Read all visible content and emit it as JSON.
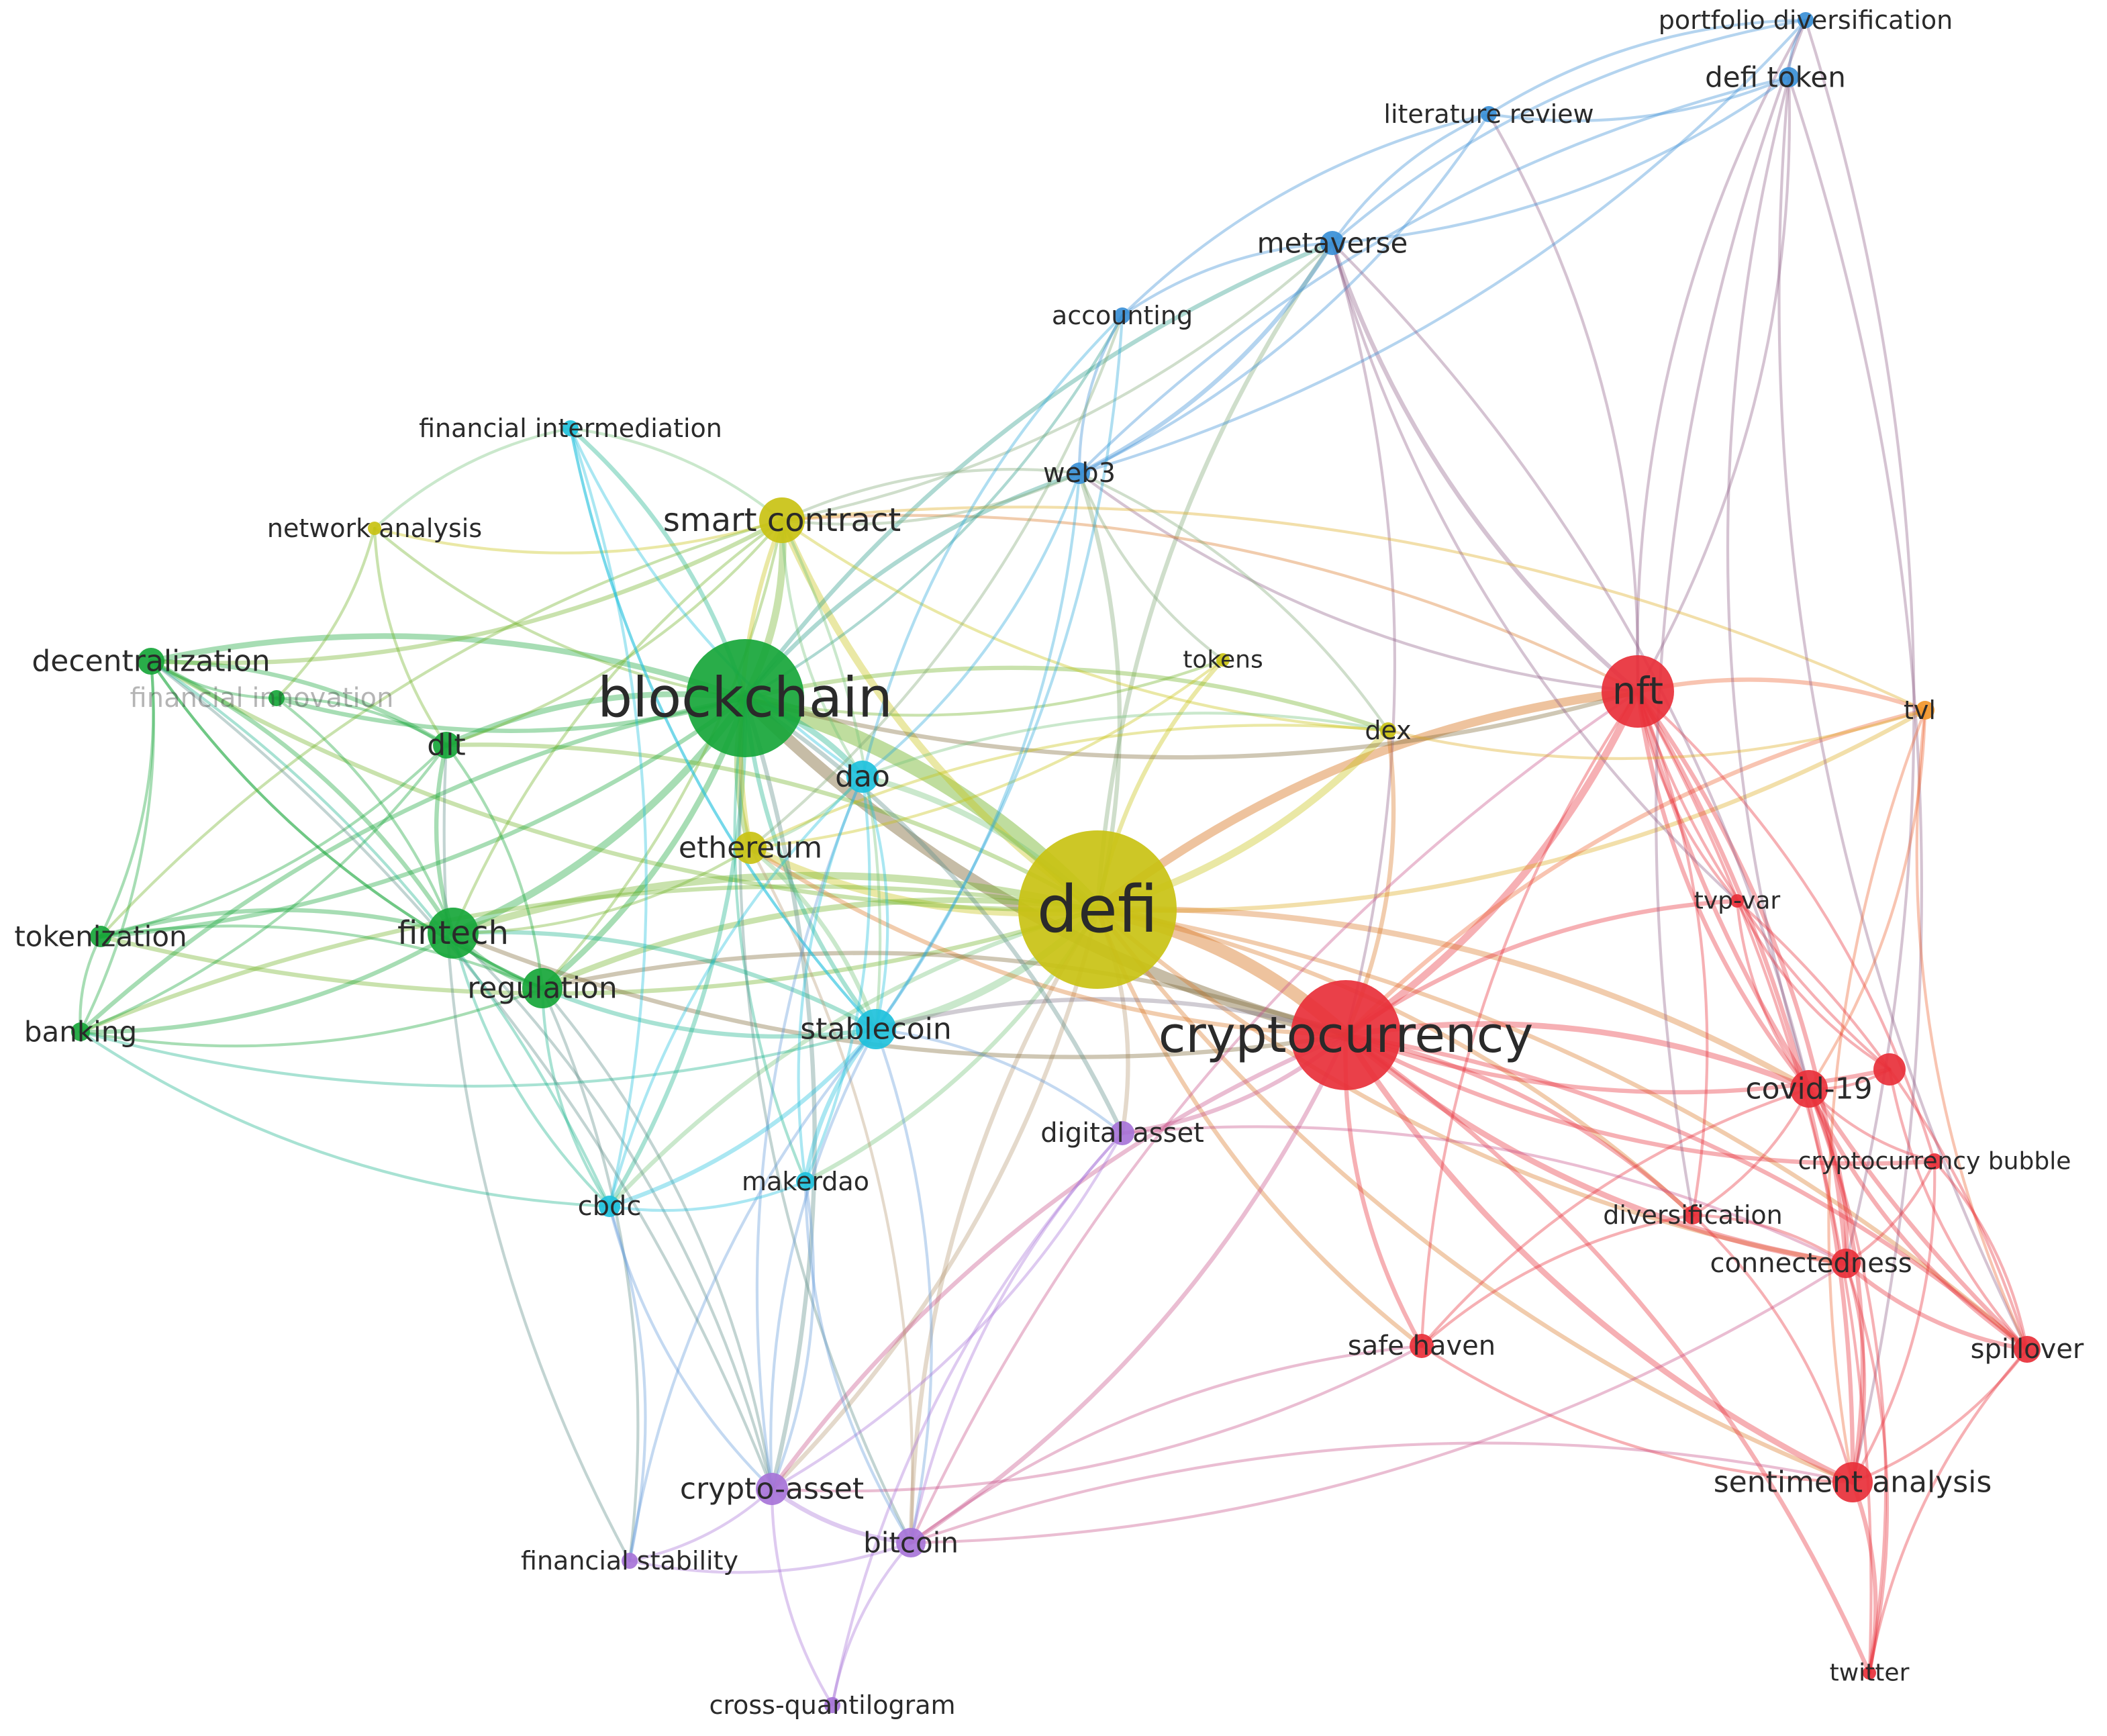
{
  "clusters": {
    "red": "#e8303a",
    "green": "#17a63a",
    "yellow": "#c9c213",
    "blue": "#3a8fd6",
    "cyan": "#1fc1dc",
    "purple": "#a774d8",
    "orange": "#f2962a"
  },
  "nodes": [
    {
      "id": "blockchain",
      "label": "blockchain",
      "cluster": "green",
      "weight": 10
    },
    {
      "id": "defi",
      "label": "defi",
      "cluster": "yellow",
      "weight": 14
    },
    {
      "id": "cryptocurrency",
      "label": "cryptocurrency",
      "cluster": "red",
      "weight": 9
    },
    {
      "id": "nft",
      "label": "nft",
      "cluster": "red",
      "weight": 5
    },
    {
      "id": "smart_contract",
      "label": "smart contract",
      "cluster": "yellow",
      "weight": 3
    },
    {
      "id": "fintech",
      "label": "fintech",
      "cluster": "green",
      "weight": 3
    },
    {
      "id": "regulation",
      "label": "regulation",
      "cluster": "green",
      "weight": 2.5
    },
    {
      "id": "stablecoin",
      "label": "stablecoin",
      "cluster": "cyan",
      "weight": 2.5
    },
    {
      "id": "ethereum",
      "label": "ethereum",
      "cluster": "yellow",
      "weight": 2
    },
    {
      "id": "dao",
      "label": "dao",
      "cluster": "cyan",
      "weight": 2
    },
    {
      "id": "dlt",
      "label": "dlt",
      "cluster": "green",
      "weight": 1.8
    },
    {
      "id": "decentralization",
      "label": "decentralization",
      "cluster": "green",
      "weight": 1.8
    },
    {
      "id": "tokenization",
      "label": "tokenization",
      "cluster": "green",
      "weight": 1.5
    },
    {
      "id": "banking",
      "label": "banking",
      "cluster": "green",
      "weight": 1.3
    },
    {
      "id": "financial_innovation",
      "label": "financial innovation",
      "cluster": "green",
      "weight": 1.2
    },
    {
      "id": "network_analysis",
      "label": "network analysis",
      "cluster": "yellow",
      "weight": 1
    },
    {
      "id": "financial_intermediation",
      "label": "financial intermediation",
      "cluster": "cyan",
      "weight": 1.2
    },
    {
      "id": "web3",
      "label": "web3",
      "cluster": "blue",
      "weight": 1.6
    },
    {
      "id": "accounting",
      "label": "accounting",
      "cluster": "blue",
      "weight": 1.2
    },
    {
      "id": "metaverse",
      "label": "metaverse",
      "cluster": "blue",
      "weight": 1.8
    },
    {
      "id": "literature_review",
      "label": "literature review",
      "cluster": "blue",
      "weight": 1.2
    },
    {
      "id": "defi_token",
      "label": "defi token",
      "cluster": "blue",
      "weight": 1.4
    },
    {
      "id": "portfolio_diversification",
      "label": "portfolio diversification",
      "cluster": "blue",
      "weight": 1.2
    },
    {
      "id": "tokens",
      "label": "tokens",
      "cluster": "yellow",
      "weight": 1
    },
    {
      "id": "dex",
      "label": "dex",
      "cluster": "yellow",
      "weight": 1.2
    },
    {
      "id": "tvl",
      "label": "tvl",
      "cluster": "orange",
      "weight": 1.3
    },
    {
      "id": "tvp_var",
      "label": "tvp-var",
      "cluster": "red",
      "weight": 1
    },
    {
      "id": "covid_19",
      "label": "covid-19",
      "cluster": "red",
      "weight": 2.2
    },
    {
      "id": "cryptocurrency_bubble",
      "label": "cryptocurrency bubble",
      "cluster": "red",
      "weight": 1.2
    },
    {
      "id": "diversification",
      "label": "diversification",
      "cluster": "red",
      "weight": 1.4
    },
    {
      "id": "connectedness",
      "label": "connectedness",
      "cluster": "red",
      "weight": 1.8
    },
    {
      "id": "spillover",
      "label": "spillover",
      "cluster": "red",
      "weight": 1.8
    },
    {
      "id": "safe_haven",
      "label": "safe haven",
      "cluster": "red",
      "weight": 1.6
    },
    {
      "id": "sentiment_analysis",
      "label": "sentiment analysis",
      "cluster": "red",
      "weight": 2.2
    },
    {
      "id": "twitter",
      "label": "twitter",
      "cluster": "red",
      "weight": 1
    },
    {
      "id": "digital_asset",
      "label": "digital asset",
      "cluster": "purple",
      "weight": 1.6
    },
    {
      "id": "makerdao",
      "label": "makerdao",
      "cluster": "cyan",
      "weight": 1.3
    },
    {
      "id": "cbdc",
      "label": "cbdc",
      "cluster": "cyan",
      "weight": 1.4
    },
    {
      "id": "crypto_asset",
      "label": "crypto-asset",
      "cluster": "purple",
      "weight": 2
    },
    {
      "id": "bitcoin",
      "label": "bitcoin",
      "cluster": "purple",
      "weight": 1.8
    },
    {
      "id": "financial_stability",
      "label": "financial stability",
      "cluster": "purple",
      "weight": 1.1
    },
    {
      "id": "cross_quantilogram",
      "label": "cross-quantilogram",
      "cluster": "purple",
      "weight": 1.1
    },
    {
      "id": "unlabeled_red",
      "label": "",
      "cluster": "red",
      "weight": 1.8
    }
  ],
  "edges": [
    [
      "defi",
      "blockchain",
      10
    ],
    [
      "defi",
      "cryptocurrency",
      8
    ],
    [
      "blockchain",
      "cryptocurrency",
      7
    ],
    [
      "defi",
      "nft",
      5
    ],
    [
      "cryptocurrency",
      "nft",
      4
    ],
    [
      "defi",
      "smart_contract",
      4
    ],
    [
      "blockchain",
      "smart_contract",
      4
    ],
    [
      "defi",
      "ethereum",
      4
    ],
    [
      "blockchain",
      "ethereum",
      3
    ],
    [
      "defi",
      "stablecoin",
      4
    ],
    [
      "defi",
      "dex",
      4
    ],
    [
      "defi",
      "tokens",
      2
    ],
    [
      "defi",
      "dao",
      3
    ],
    [
      "blockchain",
      "dao",
      3
    ],
    [
      "defi",
      "fintech",
      4
    ],
    [
      "blockchain",
      "fintech",
      4
    ],
    [
      "defi",
      "regulation",
      3
    ],
    [
      "blockchain",
      "regulation",
      3
    ],
    [
      "fintech",
      "regulation",
      3
    ],
    [
      "defi",
      "digital_asset",
      2
    ],
    [
      "defi",
      "web3",
      2
    ],
    [
      "defi",
      "metaverse",
      2
    ],
    [
      "defi",
      "tvl",
      2
    ],
    [
      "defi",
      "crypto_asset",
      2
    ],
    [
      "defi",
      "bitcoin",
      2
    ],
    [
      "defi",
      "makerdao",
      2
    ],
    [
      "defi",
      "cbdc",
      2
    ],
    [
      "defi",
      "decentralization",
      2
    ],
    [
      "defi",
      "dlt",
      2
    ],
    [
      "defi",
      "tokenization",
      2
    ],
    [
      "defi",
      "banking",
      2
    ],
    [
      "defi",
      "covid_19",
      3
    ],
    [
      "defi",
      "connectedness",
      2
    ],
    [
      "defi",
      "spillover",
      2
    ],
    [
      "defi",
      "sentiment_analysis",
      2
    ],
    [
      "defi",
      "diversification",
      2
    ],
    [
      "defi",
      "safe_haven",
      2
    ],
    [
      "cryptocurrency",
      "covid_19",
      3
    ],
    [
      "cryptocurrency",
      "connectedness",
      3
    ],
    [
      "cryptocurrency",
      "spillover",
      2
    ],
    [
      "cryptocurrency",
      "sentiment_analysis",
      3
    ],
    [
      "cryptocurrency",
      "diversification",
      2
    ],
    [
      "cryptocurrency",
      "safe_haven",
      2
    ],
    [
      "cryptocurrency",
      "twitter",
      2
    ],
    [
      "cryptocurrency",
      "cryptocurrency_bubble",
      2
    ],
    [
      "cryptocurrency",
      "tvp_var",
      2
    ],
    [
      "cryptocurrency",
      "unlabeled_red",
      2
    ],
    [
      "cryptocurrency",
      "bitcoin",
      2
    ],
    [
      "cryptocurrency",
      "crypto_asset",
      2
    ],
    [
      "cryptocurrency",
      "digital_asset",
      2
    ],
    [
      "cryptocurrency",
      "stablecoin",
      2
    ],
    [
      "cryptocurrency",
      "fintech",
      2
    ],
    [
      "cryptocurrency",
      "metaverse",
      1
    ],
    [
      "cryptocurrency",
      "tvl",
      2
    ],
    [
      "cryptocurrency",
      "dex",
      2
    ],
    [
      "cryptocurrency",
      "ethereum",
      2
    ],
    [
      "cryptocurrency",
      "regulation",
      2
    ],
    [
      "nft",
      "metaverse",
      2
    ],
    [
      "nft",
      "defi_token",
      1
    ],
    [
      "nft",
      "portfolio_diversification",
      1
    ],
    [
      "nft",
      "literature_review",
      1
    ],
    [
      "nft",
      "tvl",
      2
    ],
    [
      "nft",
      "covid_19",
      2
    ],
    [
      "nft",
      "connectedness",
      2
    ],
    [
      "nft",
      "spillover",
      2
    ],
    [
      "nft",
      "sentiment_analysis",
      2
    ],
    [
      "nft",
      "tvp_var",
      1
    ],
    [
      "nft",
      "diversification",
      1
    ],
    [
      "nft",
      "safe_haven",
      1
    ],
    [
      "nft",
      "twitter",
      1
    ],
    [
      "nft",
      "unlabeled_red",
      1
    ],
    [
      "nft",
      "blockchain",
      2
    ],
    [
      "nft",
      "bitcoin",
      1
    ],
    [
      "nft",
      "web3",
      1
    ],
    [
      "nft",
      "smart_contract",
      1
    ],
    [
      "nft",
      "cryptocurrency_bubble",
      1
    ],
    [
      "blockchain",
      "decentralization",
      3
    ],
    [
      "blockchain",
      "financial_innovation",
      2
    ],
    [
      "blockchain",
      "dlt",
      3
    ],
    [
      "blockchain",
      "tokenization",
      2
    ],
    [
      "blockchain",
      "banking",
      2
    ],
    [
      "blockchain",
      "network_analysis",
      1
    ],
    [
      "blockchain",
      "financial_intermediation",
      2
    ],
    [
      "blockchain",
      "web3",
      2
    ],
    [
      "blockchain",
      "accounting",
      1
    ],
    [
      "blockchain",
      "metaverse",
      2
    ],
    [
      "blockchain",
      "stablecoin",
      2
    ],
    [
      "blockchain",
      "cbdc",
      2
    ],
    [
      "blockchain",
      "makerdao",
      1
    ],
    [
      "blockchain",
      "crypto_asset",
      2
    ],
    [
      "blockchain",
      "bitcoin",
      1
    ],
    [
      "blockchain",
      "digital_asset",
      2
    ],
    [
      "blockchain",
      "tokens",
      1
    ],
    [
      "blockchain",
      "dex",
      2
    ],
    [
      "fintech",
      "decentralization",
      2
    ],
    [
      "fintech",
      "dlt",
      2
    ],
    [
      "fintech",
      "tokenization",
      2
    ],
    [
      "fintech",
      "banking",
      2
    ],
    [
      "fintech",
      "financial_innovation",
      1
    ],
    [
      "fintech",
      "stablecoin",
      2
    ],
    [
      "fintech",
      "ethereum",
      1
    ],
    [
      "fintech",
      "smart_contract",
      1
    ],
    [
      "fintech",
      "cbdc",
      1
    ],
    [
      "fintech",
      "crypto_asset",
      1
    ],
    [
      "regulation",
      "stablecoin",
      2
    ],
    [
      "regulation",
      "decentralization",
      1
    ],
    [
      "regulation",
      "dlt",
      1
    ],
    [
      "regulation",
      "banking",
      1
    ],
    [
      "regulation",
      "tokenization",
      1
    ],
    [
      "regulation",
      "crypto_asset",
      1
    ],
    [
      "regulation",
      "cbdc",
      1
    ],
    [
      "regulation",
      "financial_stability",
      1
    ],
    [
      "regulation",
      "smart_contract",
      1
    ],
    [
      "decentralization",
      "dlt",
      2
    ],
    [
      "decentralization",
      "financial_innovation",
      1
    ],
    [
      "decentralization",
      "tokenization",
      1
    ],
    [
      "decentralization",
      "smart_contract",
      2
    ],
    [
      "decentralization",
      "banking",
      1
    ],
    [
      "decentralization",
      "regulation",
      1
    ],
    [
      "dlt",
      "tokenization",
      1
    ],
    [
      "dlt",
      "smart_contract",
      1
    ],
    [
      "dlt",
      "banking",
      1
    ],
    [
      "tokenization",
      "banking",
      1
    ],
    [
      "tokenization",
      "smart_contract",
      1
    ],
    [
      "banking",
      "stablecoin",
      1
    ],
    [
      "financial_innovation",
      "dlt",
      1
    ],
    [
      "smart_contract",
      "ethereum",
      2
    ],
    [
      "smart_contract",
      "web3",
      1
    ],
    [
      "smart_contract",
      "financial_intermediation",
      1
    ],
    [
      "smart_contract",
      "network_analysis",
      1
    ],
    [
      "smart_contract",
      "dao",
      1
    ],
    [
      "smart_contract",
      "stablecoin",
      1
    ],
    [
      "smart_contract",
      "metaverse",
      1
    ],
    [
      "smart_contract",
      "tvl",
      1
    ],
    [
      "smart_contract",
      "dex",
      1
    ],
    [
      "ethereum",
      "stablecoin",
      2
    ],
    [
      "ethereum",
      "dao",
      1
    ],
    [
      "ethereum",
      "dex",
      1
    ],
    [
      "ethereum",
      "tokens",
      1
    ],
    [
      "ethereum",
      "bitcoin",
      1
    ],
    [
      "stablecoin",
      "makerdao",
      2
    ],
    [
      "stablecoin",
      "cbdc",
      2
    ],
    [
      "stablecoin",
      "dao",
      1
    ],
    [
      "stablecoin",
      "digital_asset",
      1
    ],
    [
      "stablecoin",
      "crypto_asset",
      1
    ],
    [
      "stablecoin",
      "bitcoin",
      1
    ],
    [
      "stablecoin",
      "financial_stability",
      1
    ],
    [
      "stablecoin",
      "financial_intermediation",
      1
    ],
    [
      "stablecoin",
      "web3",
      1
    ],
    [
      "dao",
      "financial_intermediation",
      1
    ],
    [
      "dao",
      "web3",
      1
    ],
    [
      "dao",
      "makerdao",
      1
    ],
    [
      "dao",
      "cbdc",
      1
    ],
    [
      "dao",
      "dex",
      1
    ],
    [
      "web3",
      "metaverse",
      2
    ],
    [
      "web3",
      "accounting",
      1
    ],
    [
      "web3",
      "literature_review",
      1
    ],
    [
      "web3",
      "defi_token",
      1
    ],
    [
      "web3",
      "portfolio_diversification",
      1
    ],
    [
      "web3",
      "smart_contract",
      1
    ],
    [
      "web3",
      "tokens",
      1
    ],
    [
      "web3",
      "dex",
      1
    ],
    [
      "metaverse",
      "accounting",
      1
    ],
    [
      "metaverse",
      "literature_review",
      1
    ],
    [
      "metaverse",
      "defi_token",
      1
    ],
    [
      "metaverse",
      "portfolio_diversification",
      1
    ],
    [
      "metaverse",
      "tvp_var",
      1
    ],
    [
      "metaverse",
      "covid_19",
      1
    ],
    [
      "literature_review",
      "defi_token",
      1
    ],
    [
      "literature_review",
      "portfolio_diversification",
      1
    ],
    [
      "literature_review",
      "accounting",
      1
    ],
    [
      "defi_token",
      "portfolio_diversification",
      1
    ],
    [
      "defi_token",
      "covid_19",
      1
    ],
    [
      "defi_token",
      "sentiment_analysis",
      1
    ],
    [
      "defi_token",
      "spillover",
      1
    ],
    [
      "portfolio_diversification",
      "connectedness",
      1
    ],
    [
      "portfolio_diversification",
      "diversification",
      1
    ],
    [
      "accounting",
      "stablecoin",
      1
    ],
    [
      "accounting",
      "dao",
      1
    ],
    [
      "accounting",
      "ethereum",
      1
    ],
    [
      "financial_intermediation",
      "network_analysis",
      1
    ],
    [
      "financial_intermediation",
      "cbdc",
      1
    ],
    [
      "financial_intermediation",
      "stablecoin",
      1
    ],
    [
      "network_analysis",
      "financial_innovation",
      1
    ],
    [
      "network_analysis",
      "dlt",
      1
    ],
    [
      "tvl",
      "covid_19",
      1
    ],
    [
      "tvl",
      "spillover",
      1
    ],
    [
      "tvl",
      "dex",
      1
    ],
    [
      "tvl",
      "sentiment_analysis",
      1
    ],
    [
      "covid_19",
      "connectedness",
      2
    ],
    [
      "covid_19",
      "spillover",
      2
    ],
    [
      "covid_19",
      "sentiment_analysis",
      2
    ],
    [
      "covid_19",
      "cryptocurrency_bubble",
      1
    ],
    [
      "covid_19",
      "diversification",
      1
    ],
    [
      "covid_19",
      "unlabeled_red",
      1
    ],
    [
      "covid_19",
      "twitter",
      1
    ],
    [
      "covid_19",
      "safe_haven",
      1
    ],
    [
      "covid_19",
      "tvp_var",
      1
    ],
    [
      "connectedness",
      "spillover",
      2
    ],
    [
      "connectedness",
      "sentiment_analysis",
      1
    ],
    [
      "connectedness",
      "diversification",
      1
    ],
    [
      "connectedness",
      "twitter",
      1
    ],
    [
      "connectedness",
      "cryptocurrency_bubble",
      1
    ],
    [
      "spillover",
      "sentiment_analysis",
      1
    ],
    [
      "spillover",
      "twitter",
      1
    ],
    [
      "spillover",
      "unlabeled_red",
      1
    ],
    [
      "spillover",
      "cryptocurrency_bubble",
      1
    ],
    [
      "sentiment_analysis",
      "twitter",
      2
    ],
    [
      "sentiment_analysis",
      "diversification",
      1
    ],
    [
      "sentiment_analysis",
      "safe_haven",
      1
    ],
    [
      "sentiment_analysis",
      "cryptocurrency_bubble",
      1
    ],
    [
      "safe_haven",
      "diversification",
      1
    ],
    [
      "safe_haven",
      "bitcoin",
      1
    ],
    [
      "safe_haven",
      "crypto_asset",
      1
    ],
    [
      "tvp_var",
      "unlabeled_red",
      1
    ],
    [
      "tvp_var",
      "spillover",
      1
    ],
    [
      "digital_asset",
      "bitcoin",
      1
    ],
    [
      "digital_asset",
      "crypto_asset",
      1
    ],
    [
      "digital_asset",
      "cross_quantilogram",
      1
    ],
    [
      "digital_asset",
      "connectedness",
      1
    ],
    [
      "crypto_asset",
      "bitcoin",
      2
    ],
    [
      "crypto_asset",
      "financial_stability",
      1
    ],
    [
      "crypto_asset",
      "cross_quantilogram",
      1
    ],
    [
      "crypto_asset",
      "cbdc",
      1
    ],
    [
      "crypto_asset",
      "makerdao",
      1
    ],
    [
      "crypto_asset",
      "dao",
      1
    ],
    [
      "crypto_asset",
      "decentralization",
      1
    ],
    [
      "bitcoin",
      "financial_stability",
      1
    ],
    [
      "bitcoin",
      "cross_quantilogram",
      1
    ],
    [
      "bitcoin",
      "makerdao",
      1
    ],
    [
      "bitcoin",
      "connectedness",
      1
    ],
    [
      "bitcoin",
      "sentiment_analysis",
      1
    ],
    [
      "financial_stability",
      "cbdc",
      1
    ],
    [
      "financial_stability",
      "dlt",
      1
    ],
    [
      "cbdc",
      "makerdao",
      1
    ],
    [
      "cbdc",
      "banking",
      1
    ],
    [
      "cbdc",
      "decentralization",
      1
    ],
    [
      "makerdao",
      "dao",
      1
    ]
  ]
}
